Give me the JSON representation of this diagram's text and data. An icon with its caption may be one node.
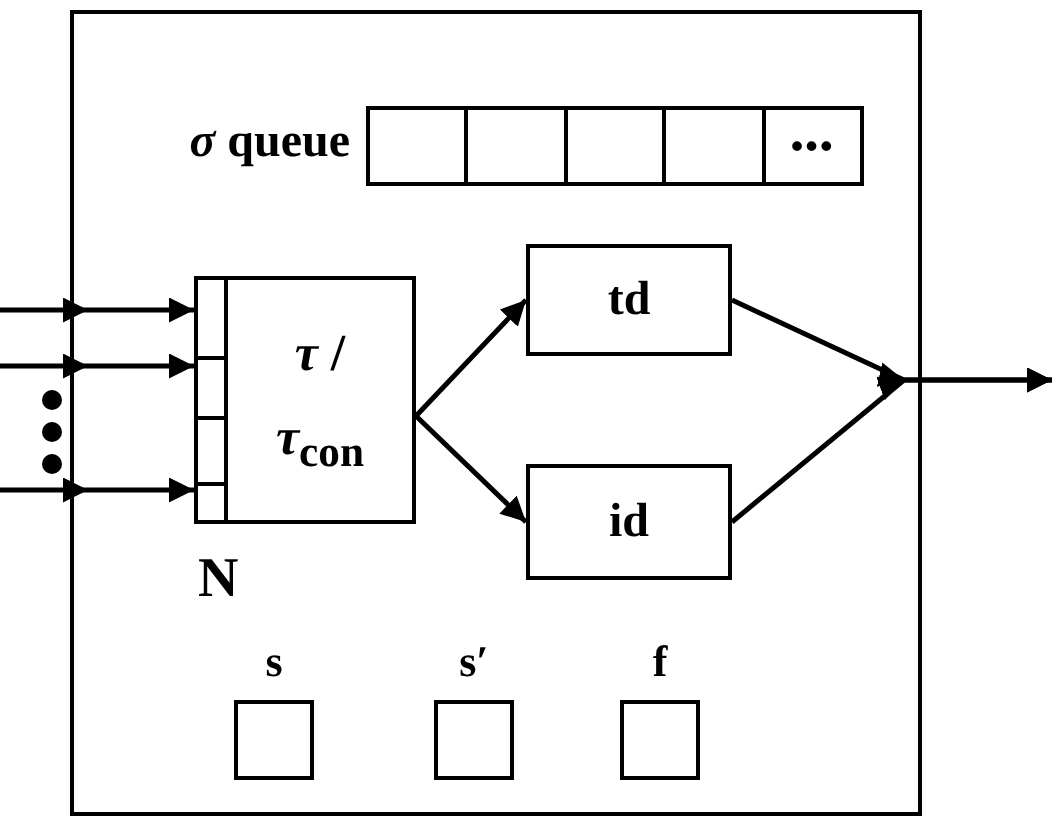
{
  "diagram": {
    "nodes": [
      {
        "text": [],
        "shape": "box"
      },
      {
        "text": [
          "•••"
        ],
        "beside": [
          "*σ* queue"
        ],
        "in": 0
      },
      {
        "text": [
          "*τ* / *τ*$_{con}$"
        ],
        "beside": [
          "N"
        ],
        "in": 0
      },
      {
        "text": [
          "td"
        ],
        "in": 0
      },
      {
        "text": [
          "id"
        ],
        "in": 0
      },
      {
        "text": [
          "s"
        ],
        "in": 0
      },
      {
        "text": [
          "s′"
        ],
        "in": 0
      },
      {
        "text": [
          "f"
        ],
        "in": 0
      }
    ],
    "edges": [
      {
        "from": null,
        "to": 2,
        "arrow": "to"
      },
      {
        "from": null,
        "to": 2,
        "arrow": "to"
      },
      {
        "from": null,
        "to": 2,
        "arrow": "to"
      },
      {
        "from": 2,
        "to": 3,
        "arrow": "to"
      },
      {
        "from": 2,
        "to": 4,
        "arrow": "to"
      },
      {
        "from": 3,
        "to": null,
        "arrow": "to"
      },
      {
        "from": 4,
        "to": null,
        "arrow": "to"
      }
    ]
  }
}
